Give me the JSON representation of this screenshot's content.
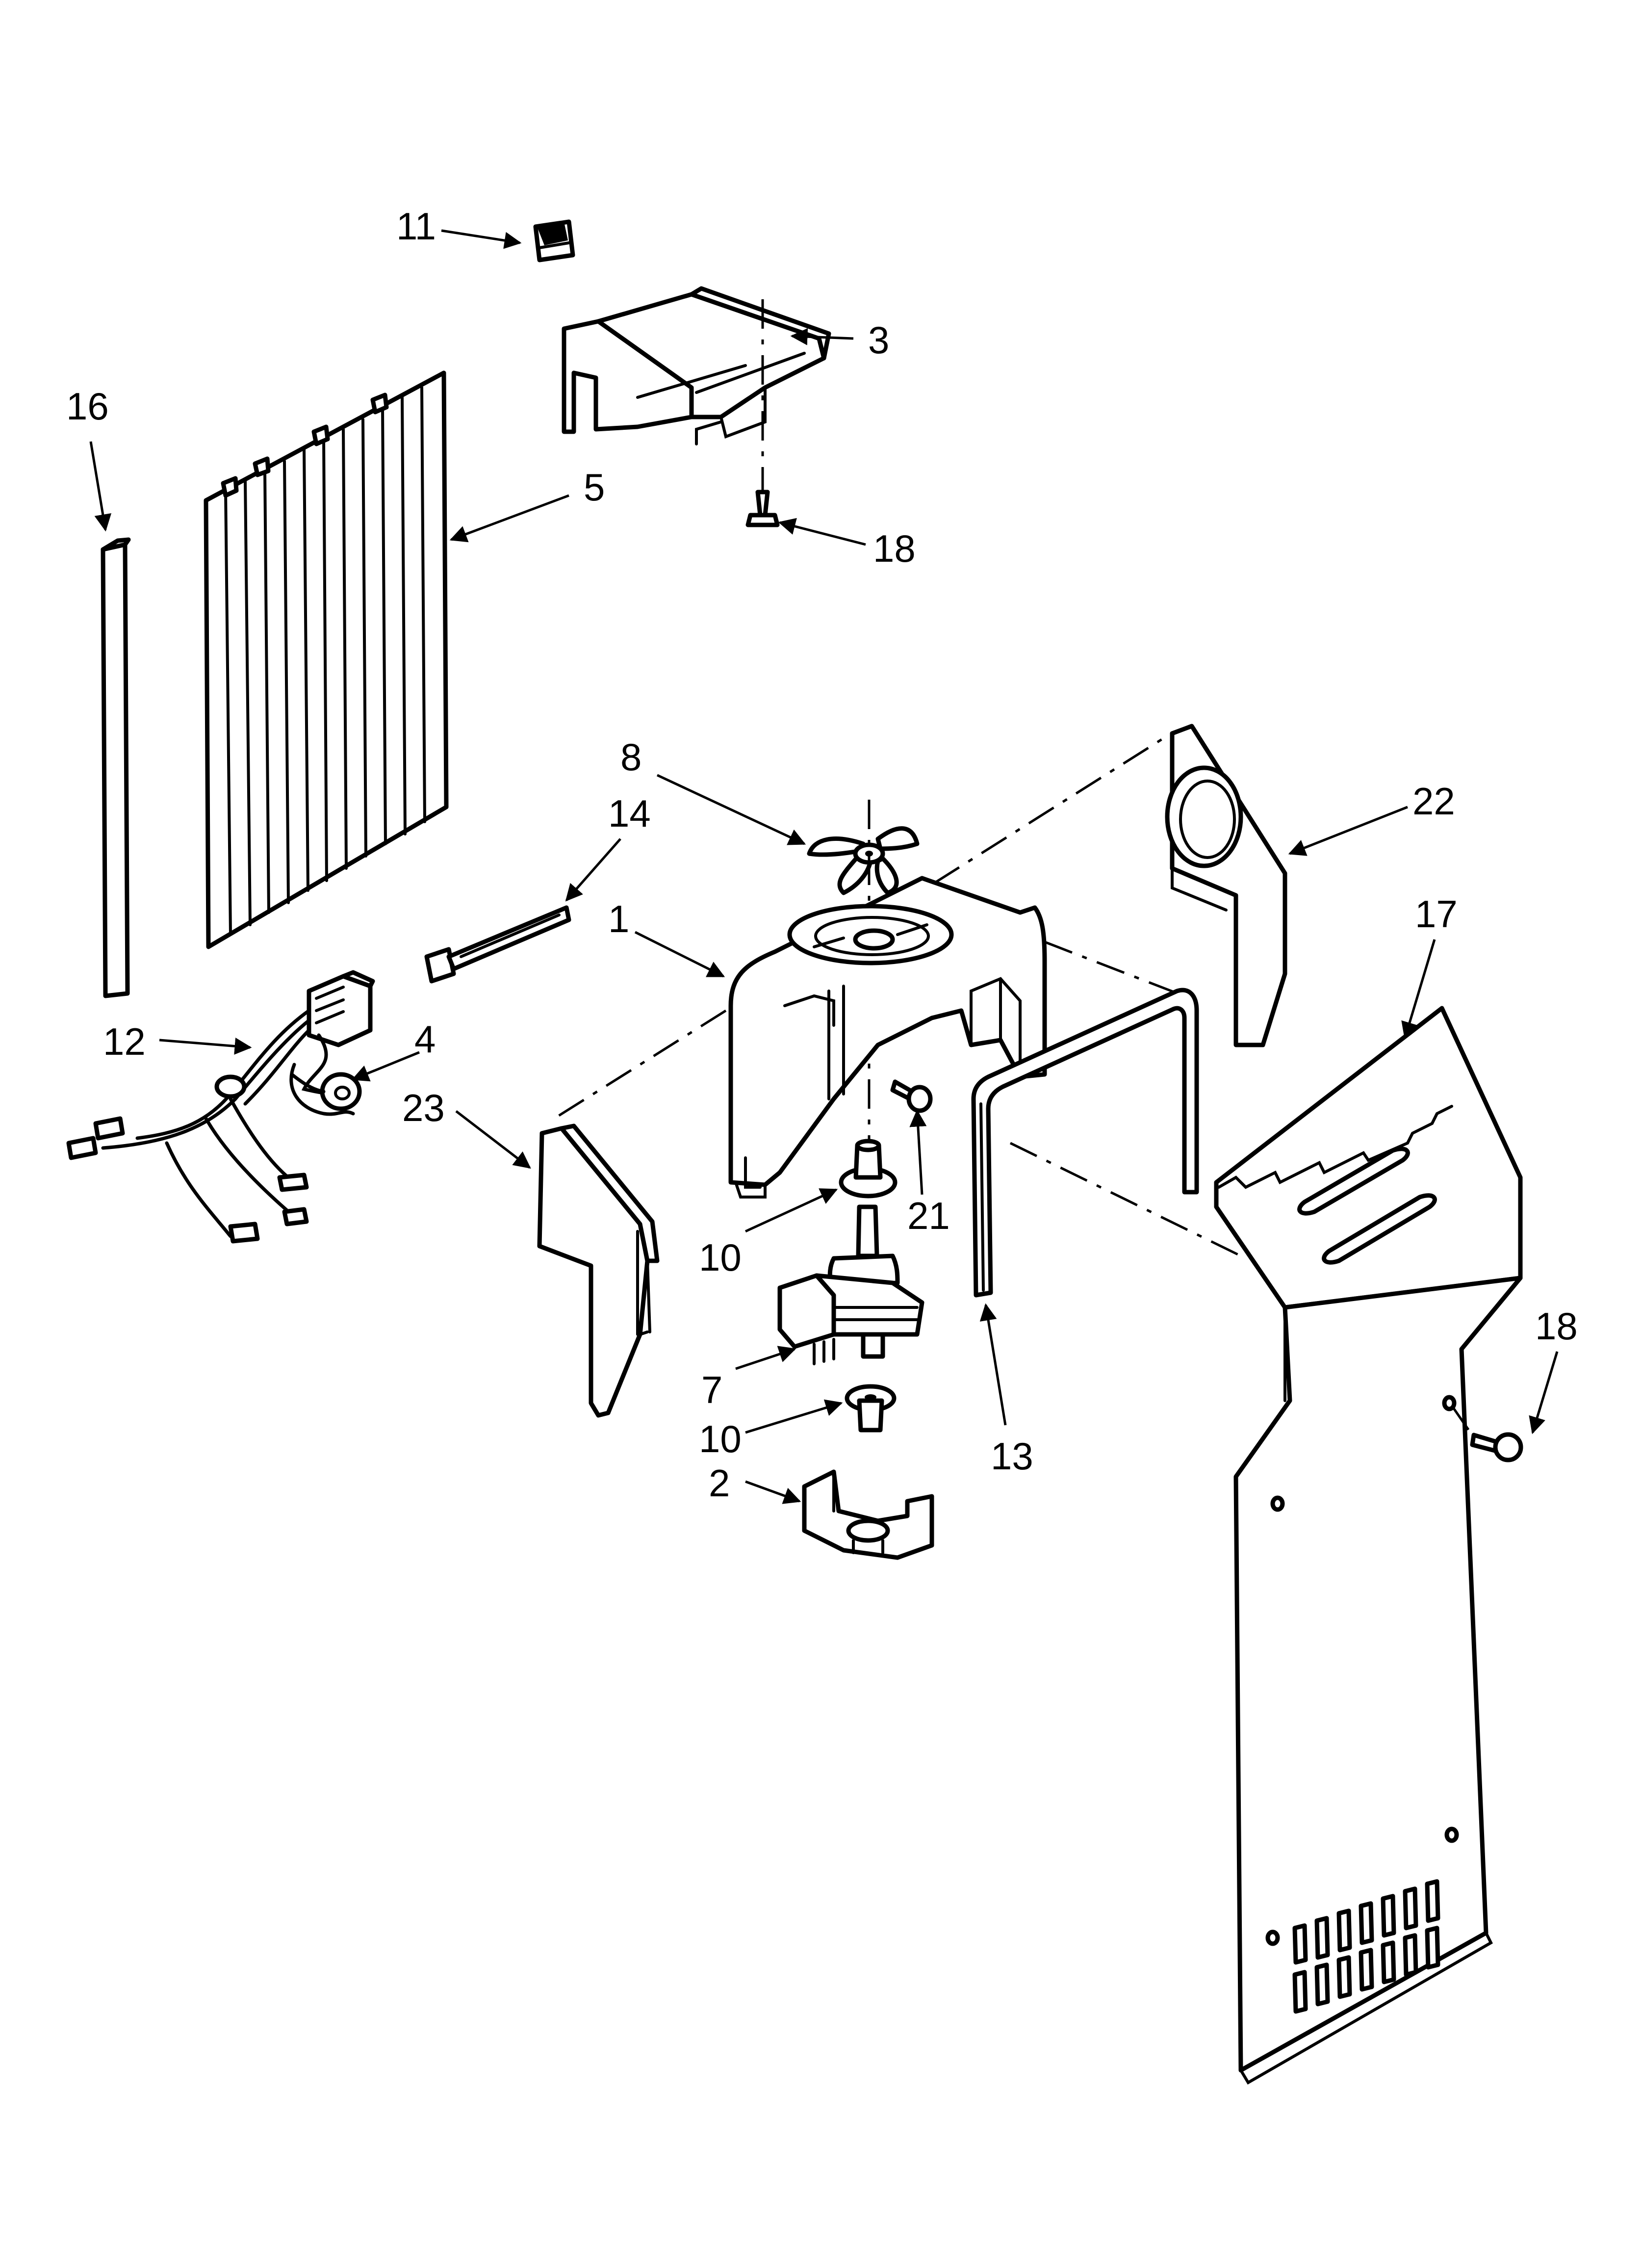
{
  "callouts": [
    {
      "id": "c11",
      "label": "11"
    },
    {
      "id": "c3",
      "label": "3"
    },
    {
      "id": "c16",
      "label": "16"
    },
    {
      "id": "c5",
      "label": "5"
    },
    {
      "id": "c18a",
      "label": "18"
    },
    {
      "id": "c8",
      "label": "8"
    },
    {
      "id": "c22",
      "label": "22"
    },
    {
      "id": "c14",
      "label": "14"
    },
    {
      "id": "c1",
      "label": "1"
    },
    {
      "id": "c17",
      "label": "17"
    },
    {
      "id": "c12",
      "label": "12"
    },
    {
      "id": "c4",
      "label": "4"
    },
    {
      "id": "c23",
      "label": "23"
    },
    {
      "id": "c21",
      "label": "21"
    },
    {
      "id": "c10a",
      "label": "10"
    },
    {
      "id": "c7",
      "label": "7"
    },
    {
      "id": "c10b",
      "label": "10"
    },
    {
      "id": "c13",
      "label": "13"
    },
    {
      "id": "c18b",
      "label": "18"
    },
    {
      "id": "c2",
      "label": "2"
    }
  ]
}
